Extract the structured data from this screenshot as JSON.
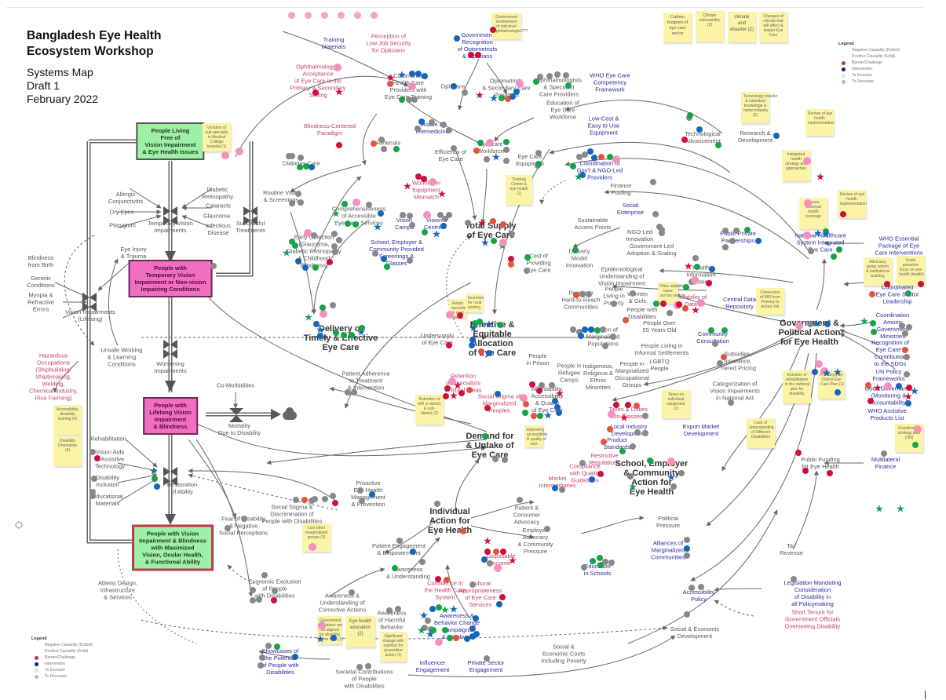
{
  "header": {
    "title_line1": "Bangladesh Eye Health",
    "title_line2": "Ecosystem Workshop",
    "subtitle_line1": "Systems Map",
    "subtitle_line2": "Draft 1",
    "subtitle_line3": "February 2022"
  },
  "colors": {
    "barrier": "#d0103a",
    "intervention": "#1565b8",
    "to_increase": "#16a34a",
    "to_decrease": "#f48fbf",
    "neutral": "#888888",
    "orange": "#e5533d",
    "sticky": "#fbf4a6"
  },
  "legend": {
    "title": "Legend",
    "items": [
      {
        "label": "Negative Causality (Dotted)",
        "kind": "line"
      },
      {
        "label": "Positive Causality (Solid)",
        "kind": "line"
      },
      {
        "label": "Barrier/Challenge",
        "kind": "dot",
        "color": "#a83c50"
      },
      {
        "label": "Intervention",
        "kind": "dot",
        "color": "#0a1a8a"
      },
      {
        "label": "To Increase",
        "kind": "dot",
        "color": "#c8f0e0"
      },
      {
        "label": "To Decrease",
        "kind": "dot",
        "color": "#e8a0c0"
      }
    ]
  },
  "stocks": {
    "free": "People Living\nFree of\nVision Impairment\n& Eye Health Issues",
    "temporary": "People with\nTemporary Vision\nImpairment or Non-vision\nImpairing Conditions",
    "lifelong": "People with\nLifelong Vision\nImpairment\n& Blindness",
    "maximized": "People with Vision\nImpairment & Blindness\nwith Maximized\nVision, Ocular Health,\n& Functional Ability"
  },
  "flows": {
    "temporary_vi": "Temporary Vision\nImpairments",
    "successful_treatment": "Successful\nTreatments",
    "vision_lifelong": "Vision Impairments\n(Lifelong)",
    "worsening": "Worsening\nImpairments",
    "mortality": "Mortality\nDue to Disability",
    "restoration": "Restoration\nof Ability"
  },
  "nodes": {
    "allergic": "Allergic\nConjunctivitis",
    "dry_eyes": "Dry Eyes",
    "pterygium": "Pterygium",
    "diabetic_ret": "Diabetic\nRetinopathy",
    "cataracts": "Cataracts",
    "glaucoma": "Glaucoma",
    "infectious": "Infectious\nDisease",
    "eye_injury": "Eye Injury\n& Trauma",
    "blind_birth": "Blindness\nfrom Birth",
    "genetic": "Genetic\nConditions",
    "myopia": "Myopia &\nRefractive\nErrors",
    "unsafe": "Unsafe Working\n& Learning\nConditions",
    "hazardous": "Hazardous\nOccupations\n(Shipbuilding/\nShipbreaking,\nWelding,\nChemical Industry,\nRice Farming)",
    "comorbidities": "Co-Morbidities",
    "rehabilitation": "Rehabilitation",
    "vision_aids": "Vision Aids\n& Assistive\nTechnology",
    "disability_inclusion": "Disability\nInclusion",
    "educational_materials": "Educational\nMaterials",
    "training_materials": "Training\nMaterials",
    "perception_opticians": "Perception of\nLow Job Security\nfor Opticians",
    "ophth_acceptance": "Ophthalmology's\nAcceptance\nof Eye Care in the\nPrimary & Secondary\nSetting",
    "community_workers": "Community\nHealth Care\nProviders with\nEye Care Training",
    "gov_recognition": "Government\nRecognition\nof Optometrists\n& Opticians",
    "opticians": "Opticians",
    "optometrists": "Optometrists\n& Secondary Care\nProviders",
    "ophthalmologists": "Ophthalmologists\n& Specialist\nCare Providers",
    "who_competency": "WHO Eye Care\nCompetency\nFramework",
    "education_workforce": "Education of\nEye Care\nWorkforce",
    "low_cost_equipment": "Low-Cost &\nEasy to Use\nEquipment",
    "tech_advancement": "Technological\nAdvancement",
    "research": "Research &\nDevelopment",
    "blindness_paradigm": "Blindness-Centered\nParadigm",
    "referrals": "Referrals",
    "mobile": "Mobile &\nTelemedicine",
    "efficiency": "Efficiency of\nEye Care",
    "eye_care_workforce": "Eye Care\nWorkforce",
    "eye_care_equipment": "Eye Care\nEquipment",
    "coordination_ngo": "Coordination of\nGov't & NGO-Led\nProviders",
    "diabetes_care": "Diabetes Care",
    "routine_visits": "Routine Visits\n& Screenings",
    "comprehensiveness": "Comprehensiveness\nof Accessible\nEye Care Services",
    "workforce_mismatch": "Workforce/\nEquipment\nMismatch",
    "vision_camps": "Vision\nCamps",
    "vision_centres": "Vision\nCentres",
    "early_detection": "Early Detection\n(Glaucoma,\nDiabetic Retinopathy\n& Childhood\nBlindness)",
    "school_screenings": "School, Employer &\nCommunity Provided\nScreenings &\nGlasses",
    "total_supply": "Total Supply\nof Eye Care",
    "finance_pooling": "Finance\nPooling",
    "social_enterprise": "Social\nEnterprise",
    "sustainable_access": "Sustainable\nAccess Points",
    "ngo_innovation": "NGO-Led\nInnovation",
    "gov_adoption": "Government-Led\nAdoption & Scaling",
    "delivery_model": "Delivery\nModel\nInnovation",
    "cost_providing": "Cost of\nProviding\nEye Care",
    "public_private": "Public Private\nPartnerships",
    "national_healthcare": "National Healthcare\nSystem Integrated\nEye Care",
    "who_essential": "WHO Essential\nPackage of Eye\nCare Interventions",
    "coordinated_leadership": "Coordinated\nEye Care Sector\nLeadership",
    "coordination_ministries": "Coordination\nAmong\nGovernment\nMinistries",
    "recognition_sdgs": "Recognition of\nEye Care's\nContribution\nto the SDGs",
    "un_policy": "UN Policy\nFrameworks",
    "good_governance": "Good Governance\n(Monitoring &\nAccountability)",
    "who_assistive": "WHO Assistive\nProducts List",
    "epidemiological": "Epidemiological\nUnderstanding of\nVision Impairment",
    "health_info": "Health\nInformation\nSystems",
    "reliability": "Reliability of\nData",
    "central_data": "Central Data\nRepository",
    "hard_to_reach": "People in\nHard-to-Reach\nCommunities",
    "poverty": "People\nLiving in\nPoverty",
    "women": "Women\n& Girls",
    "disabilities": "People with\nDisabilities",
    "over55": "People Over\n55 Years Old",
    "marginalized": "Inclusion of\nMarginalized\nPopulations",
    "informal": "People Living in\nInformal Settlements",
    "lgbtq": "LGBTQ\nPeople",
    "prison": "People\nin Prison",
    "refugee": "People in\nRefugee\nCamps",
    "indigenous": "Indigenous,\nReligious &\nEthnic\nMinorities",
    "occupational": "People in\nMarginalized\nOccupational\nGroups",
    "community_consultation": "Community\nConsultation",
    "subsidies": "Subsidies,\nInsurance,\nTiered Pricing",
    "categorization": "Categorization of\nVision Impairments\nin National Act",
    "gov_action": "Government &\nPolitical Action\nfor Eye Health",
    "effective_allocation": "Effective &\nEquitable\nAllocation\nof Eye Care",
    "undersupply": "Undersupply\nof Eye Care",
    "delivery_timely": "Delivery of\nTimely & Effective\nEye Care",
    "patient_adherence": "Patient Adherence\nto Treatment\n& Intervention",
    "retention_rural": "Retention\nof Specialists\nin Rural Areas",
    "social_stigma_marg": "Social Stigma of\nMarginalized\nPeoples",
    "affordability": "Affordability,\nAccessibility\n& Quality\nof Eye Care",
    "taxes": "Taxes & Duties\non Glasses",
    "local_industry": "Local Industry\nDevelopment",
    "export_market": "Export Market\nDevelopment",
    "product_standards": "Product\nStandards",
    "restrictive_regs": "Restrictive\nRegulations",
    "compliance": "Compliance\nwith Quality\nGuidelines",
    "market_intermediaries": "Market\nIntermediaries",
    "demand": "Demand for\n& Uptake of\nEye Care",
    "school_action": "School, Employer\n& Community\nAction for\nEye Health",
    "public_funding": "Public Funding\nfor Eye Health",
    "multilateral": "Multilateral\nFinance",
    "proactive": "Proactive\nEye Health\nManagement\n& Prevention",
    "social_stigma_dis": "Social Stigma &\nDiscrimination of\nPeople with Disabilities",
    "fear_disability": "Fear of Disability\n& Negative\nSocial Perceptions",
    "individual_action": "Individual\nAction for\nEye Health",
    "patient_advocacy": "Patient &\nConsumer\nAdvocacy",
    "employee_advocacy": "Employee\nAdvocacy\n& Community\nPressure",
    "political_pressure": "Political\nPressure",
    "alliances": "Alliances of\nMarginalized\nCommunities",
    "income": "Disposable\nIncome",
    "education_schools": "Education\nin Schools",
    "patient_engagement": "Patient Engagement\n& Empowerment",
    "awareness": "Awareness\n& Understanding",
    "confidence": "Confidence in\nthe Health Care\nSystem",
    "cultural": "Cultural\nAppropriateness\nof Eye Care\nServices",
    "economic_exclusion": "Economic Exclusion\nof People\nwith Disabilities",
    "awareness_corrective": "Awareness &\nUnderstanding of\nCorrective Actions",
    "awareness_harmful": "Awareness\nof Harmful\nBehavior",
    "behavior_campaigns": "Awareness &\nBehavior Change\nCampaigns\n& Initiatives",
    "ableist": "Ableist Design,\nInfrastructure\n& Services",
    "showcases": "Showcases of\nthe Potential\nof People with\nDisabilities",
    "societal_contrib": "Societal Contributions\nof People\nwith Disabilities",
    "influencer": "Influencer\nEngagement",
    "private_sector": "Private Sector\nEngagement",
    "social_economic_costs": "Social &\nEconomic Costs\nIncluding Poverty",
    "social_econ_dev": "Social & Economic\nDevelopment",
    "accessibility_policy": "Accessibility\nPolicy",
    "legislation": "Legislation Mandating\nConsideration\nof Disability in\nall Policymaking",
    "short_tenure": "Short Tenure for\nGovernment Officials\nOverseeing Disability",
    "tax_revenue": "Tax\nRevenue"
  },
  "stickies": {
    "subspecialty": "Violation of\nsub-specialty\nin Medical\nCollege\nhospital (1)",
    "gov_involvement": "Government\ninvolvement\nof mid-level\nophthalmologist???",
    "carbon": "Carbon\nfootprint of\neye care\nsector",
    "climate_vuln": "Climate\nvulnerability\n(2)",
    "climate_disaster": "climate\nand\ndisaster (2)",
    "climate_changes": "Changes of\nclimate that\nwill affect &\nimpact Eye\nCare",
    "tech_transfer": "Technology transfer\n& individual\nknowledge &\nhome industry\n(2)",
    "integrated": "Integrated\nhealth\nstrategy and\napproaches",
    "uhc": "Ensure\nuniversal\nhealth\ncoverage",
    "review_eye": "Review of eye\nhealth\nimplementation",
    "advocacy_reform": "Advocacy\ngoing reform\n& institutional\nbuilding",
    "scale_proactive": "Scale\nproactive\nfocus on eye\nhealth (health)",
    "training_centre": "Training\nCentre &\neye health\n(1)",
    "reliability_note": "Data reliability\nissue\nacross sectors",
    "conversion": "Conversion\nof MIS from\nPrimary to\ntertiary lab",
    "retention_mh": "Retention of\nMH in district\n& sub-\ndistrict (2)",
    "rural_note1": "Retain\nspecialist\nin rural\nareas",
    "rural_note2": "Incentive\nfor rural\nposting",
    "relevance": "Improving\naccessibility\n& quality of\ncare",
    "taxes_equipment": "Taxes on\nindividual\nequipment\n(1)",
    "lack_understanding": "Lack of\nunderstanding\nof Different\nDisabilities",
    "national_plan": "Inclusion of\nrehabilitation\nin the national\nplan for\ndisability",
    "pending_plan": "Pending (cb)\nDistrict Eye\nCare Plan (1)",
    "coordination_strategy": "Coordination\nstrategy plan\n(UN)",
    "accessibility_training": "Accessibility,\ndisability\ntraining (4)",
    "disability_orientation": "Disability\nOrientation\n(4)",
    "marginalized_groups": "Lost other\nmarginalized\ngroups (2)",
    "eye_health_education": "Eye health\neducation\n(2)",
    "government_initiatives": "Government\ninitiatives are\nnot aligned\nfor disability\nmore than (1)",
    "significant": "Significant\nchange with\nnutrition for\nprevention\naction (1)"
  }
}
